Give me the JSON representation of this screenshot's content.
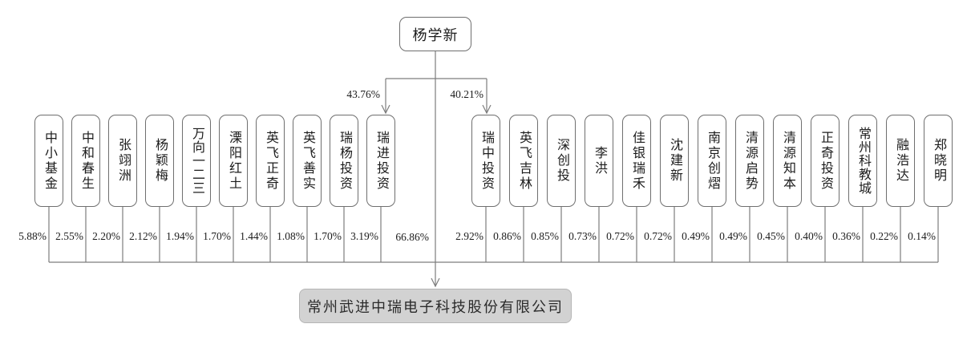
{
  "chart": {
    "controller": {
      "name": "杨学新"
    },
    "branch_holdings": [
      {
        "target": "瑞进投资",
        "pct": "43.76%"
      },
      {
        "target": "瑞中投资",
        "pct": "40.21%"
      }
    ],
    "direct_holding_pct": "66.86%",
    "shareholders": [
      {
        "name": "中小基金",
        "pct": "5.88%"
      },
      {
        "name": "中和春生",
        "pct": "2.55%"
      },
      {
        "name": "张翊洲",
        "pct": "2.20%"
      },
      {
        "name": "杨颖梅",
        "pct": "2.12%"
      },
      {
        "name": "万向一二三",
        "pct": "1.94%"
      },
      {
        "name": "溧阳红土",
        "pct": "1.70%"
      },
      {
        "name": "英飞正奇",
        "pct": "1.44%"
      },
      {
        "name": "英飞善实",
        "pct": "1.08%"
      },
      {
        "name": "瑞杨投资",
        "pct": "1.70%"
      },
      {
        "name": "瑞进投资",
        "pct": "3.19%"
      },
      {
        "name": "瑞中投资",
        "pct": "2.92%"
      },
      {
        "name": "英飞吉林",
        "pct": "0.86%"
      },
      {
        "name": "深创投",
        "pct": "0.85%"
      },
      {
        "name": "李洪",
        "pct": "0.73%"
      },
      {
        "name": "佳银瑞禾",
        "pct": "0.72%"
      },
      {
        "name": "沈建新",
        "pct": "0.72%"
      },
      {
        "name": "南京创熠",
        "pct": "0.49%"
      },
      {
        "name": "清源启势",
        "pct": "0.49%"
      },
      {
        "name": "清源知本",
        "pct": "0.45%"
      },
      {
        "name": "正奇投资",
        "pct": "0.40%"
      },
      {
        "name": "常州科教城",
        "pct": "0.36%"
      },
      {
        "name": "融浩达",
        "pct": "0.22%"
      },
      {
        "name": "郑晓明",
        "pct": "0.14%"
      }
    ],
    "company": {
      "name": "常州武进中瑞电子科技股份有限公司"
    },
    "colors": {
      "line": "#7d7d7d",
      "company_fill": "#d2d2d2",
      "text": "#1c1c1c"
    }
  }
}
